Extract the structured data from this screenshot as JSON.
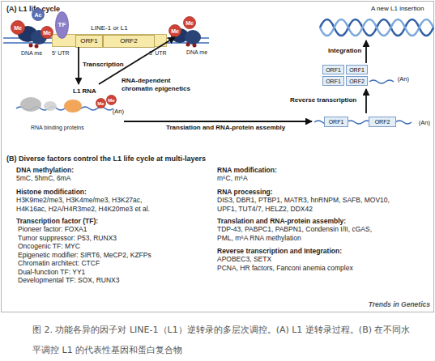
{
  "diagram": {
    "caption": "图 2. 功能各异的因子对 LINE-1（L1）逆转录的多层次调控。(A) L1 逆转录过程。(B) 在不同水平调控 L1 的代表性基因和蛋白复合物",
    "nodes": [
      {
        "text": [
          "TF"
        ]
      },
      {
        "text": [
          "Me"
        ]
      },
      {
        "text": [
          "Ac"
        ]
      },
      {
        "text": [
          "Me"
        ]
      },
      {
        "text": [
          "LINE-1 or L1"
        ]
      },
      {
        "text": [
          "ORF1"
        ],
        "in": 4
      },
      {
        "text": [
          "ORF2"
        ],
        "in": 4
      },
      {
        "text": [
          "Me"
        ]
      },
      {
        "text": [
          "Me"
        ]
      },
      {
        "text": [
          "L1 RNA",
          "(An)"
        ]
      },
      {
        "text": [
          "Me"
        ],
        "in": 9
      },
      {
        "text": [
          "Me"
        ],
        "in": 9
      },
      {
        "text": [
          "(An)"
        ]
      },
      {
        "text": [
          "ORF1"
        ],
        "in": 12
      },
      {
        "text": [
          "ORF2"
        ],
        "in": 12
      },
      {
        "text": [
          "(An)"
        ]
      },
      {
        "text": [
          "ORF1"
        ],
        "in": 15
      },
      {
        "text": [
          "ORF1"
        ],
        "in": 15
      },
      {
        "text": [
          "ORF1"
        ],
        "in": 15
      },
      {
        "text": [
          "ORF2"
        ],
        "in": 15
      },
      {
        "text": [
          "A new L1 insertion"
        ]
      }
    ],
    "edges": [
      {
        "from": 4,
        "to": 9,
        "label": "Transcription",
        "arrow": "to"
      },
      {
        "from": 9,
        "to": 7,
        "label": "RNA-dependent chromatin epigenetics",
        "arrow": "to"
      },
      {
        "from": 9,
        "to": 12,
        "label": "Translation and RNA-protein assembly",
        "arrow": "to"
      },
      {
        "from": 12,
        "to": 15,
        "label": "Reverse transcription",
        "arrow": "to"
      },
      {
        "from": 15,
        "to": 20,
        "label": "Integration",
        "arrow": "to"
      }
    ],
    "labels": [
      "(A) L1 life cycle",
      "DNA me",
      "5' UTR",
      "3' UTR",
      "DNA me",
      "RNA binding proteins",
      "(B) Diverse factors control the L1 life cycle at multi-layers",
      "DNA methylation:",
      "5mC, 5hmC, 6mA",
      "Histone modification:",
      "H3K9me2/me3, H3K4me/me3, H3K27ac, H4K16ac, H2A/H4R3me2, H4K20me3 et al.",
      "Transcription factor (TF):",
      "Pioneer factor: FOXA1",
      "Tumor suppressor: P53, RUNX3",
      "Oncogenic TF: MYC",
      "Epigenetic modifier: SIRT6, MeCP2, KZFPs",
      "Chromatin architect: CTCF",
      "Dual-function TF: YY1",
      "Developmental TF: SOX, RUNX3",
      "RNA modification:",
      "m⁵C, m⁶A",
      "RNA processing:",
      "DIS3, DBR1, PTBP1, MATR3, hnRNPM, SAFB, MOV10, UPF1, TUT4/7, HELZ2, DDX42",
      "Translation and RNA-protein assembly:",
      "TDP-43, PABPC1, PABPN1, Condensin I/II, cGAS, PML, m⁶A RNA methylation",
      "Reverse transcription and Integration:",
      "APOBEC3, SETX",
      "PCNA, HR factors, Fanconi anemia complex",
      "Trends in Genetics"
    ]
  }
}
